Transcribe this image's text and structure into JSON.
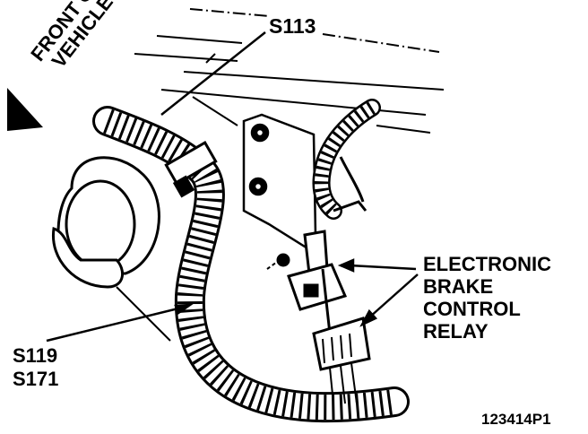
{
  "labels": {
    "front_of_vehicle_line1": "FRONT OF",
    "front_of_vehicle_line2": "VEHICLE",
    "splice_top": "S113",
    "splice_left_1": "S119",
    "splice_left_2": "S171",
    "component_line1": "ELECTRONIC",
    "component_line2": "BRAKE",
    "component_line3": "CONTROL",
    "component_line4": "RELAY",
    "figure_number": "123414P1"
  },
  "colors": {
    "ink": "#000000",
    "paper": "#ffffff"
  }
}
